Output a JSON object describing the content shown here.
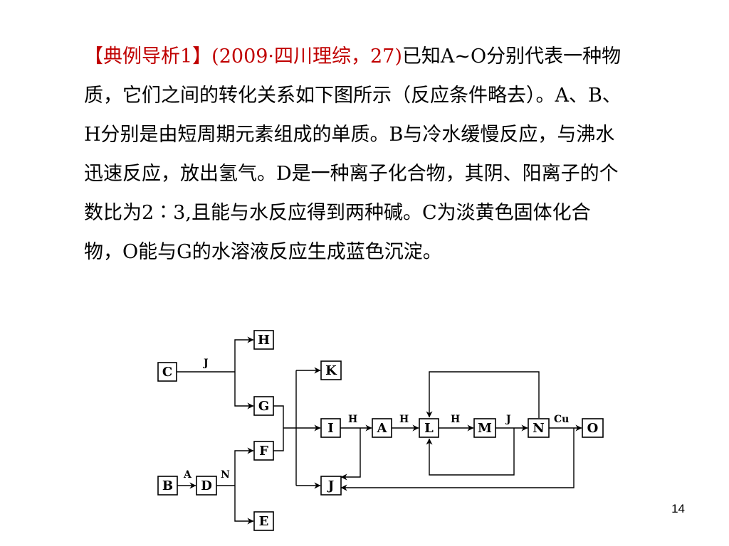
{
  "slide": {
    "problem": {
      "prefix": "【典例导析1】(2009·四川理综，27)",
      "body": "已知A~O分别代表一种物质，它们之间的转化关系如下图所示（反应条件略去）。A、B、H分别是由短周期元素组成的单质。B与冷水缓慢反应，与沸水迅速反应，放出氢气。D是一种离子化合物，其阴、阳离子的个数比为2∶3,且能与水反应得到两种碱。C为淡黄色固体化合物，O能与G的水溶液反应生成蓝色沉淀。"
    },
    "page_number": "14"
  },
  "diagram": {
    "nodes": [
      "C",
      "H",
      "G",
      "F",
      "B",
      "D",
      "E",
      "K",
      "I",
      "J",
      "A",
      "L",
      "M",
      "N",
      "O"
    ],
    "edge_labels": {
      "c_branch": "J",
      "b_to_d": "A",
      "d_branch": "N",
      "i_to_a": "H",
      "a_to_l": "H",
      "l_to_m": "H",
      "m_to_n": "J",
      "n_to_o": "Cu"
    }
  },
  "colors": {
    "highlight": "#c00000",
    "text": "#000000"
  }
}
